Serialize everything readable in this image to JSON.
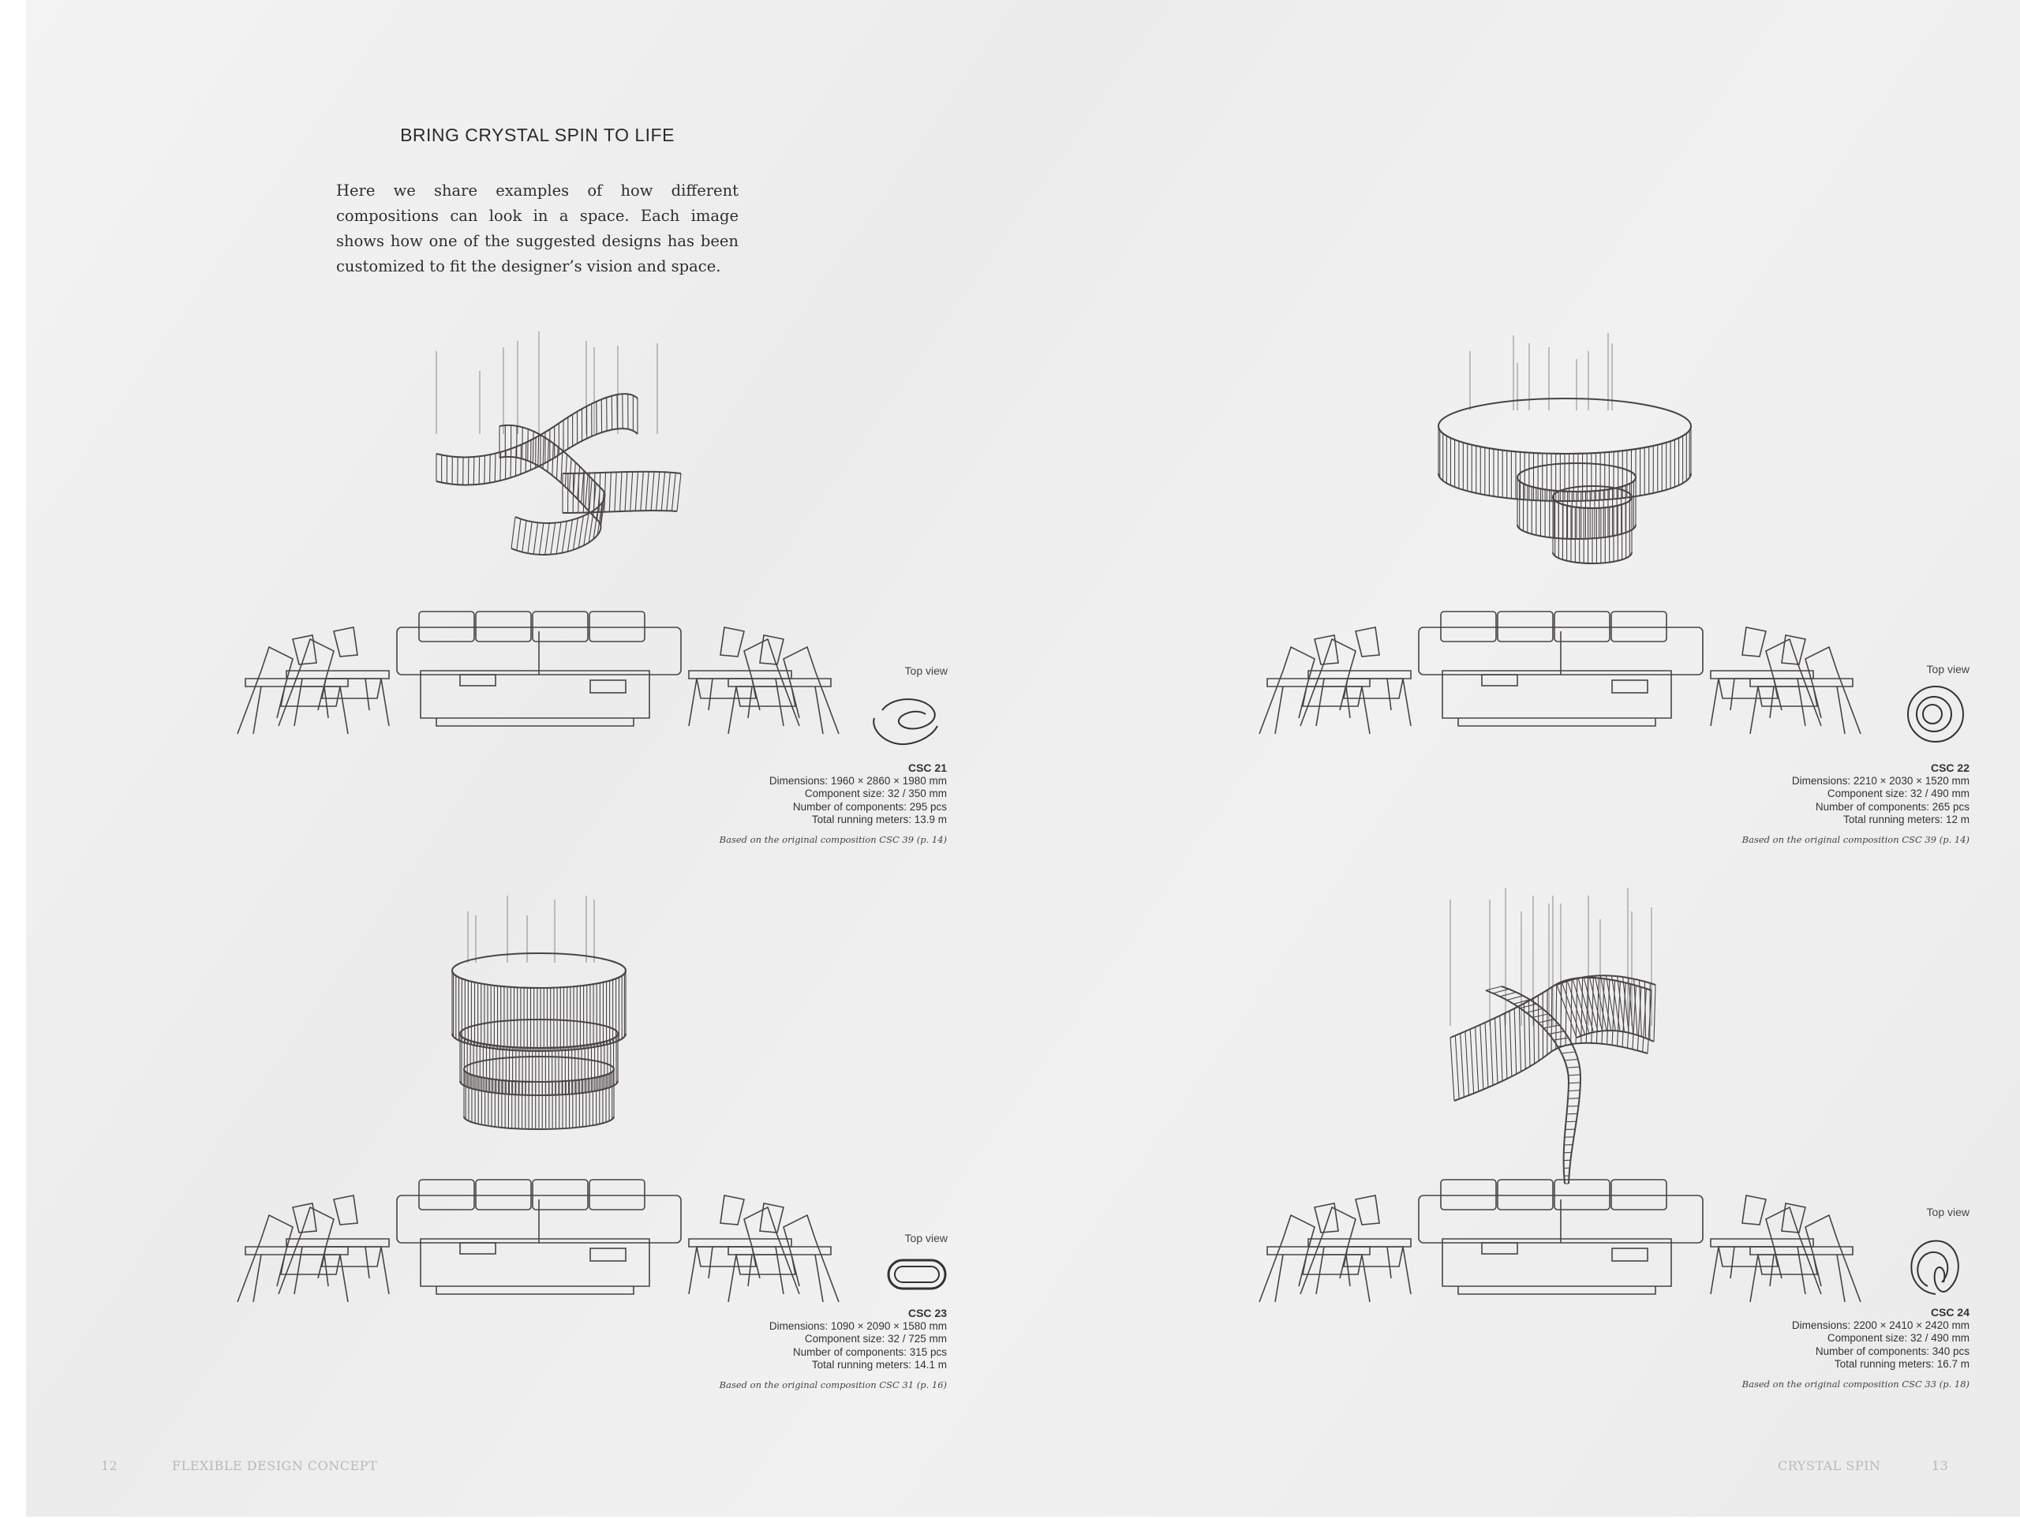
{
  "page": {
    "heading": "BRING CRYSTAL SPIN TO LIFE",
    "intro": "Here we share examples of how different compositions can look in a space. Each image shows how one of the suggested designs has been customized to fit the designer’s vision and space."
  },
  "compositions": [
    {
      "code": "CSC 21",
      "top_view_label": "Top view",
      "dimensions": "Dimensions: 1960 × 2860 × 1980 mm",
      "component_size": "Component size: 32 / 350 mm",
      "components": "Number of components: 295 pcs",
      "running_meters": "Total running meters: 13.9 m",
      "note": "Based on the original composition CSC 39 (p. 14)"
    },
    {
      "code": "CSC 22",
      "top_view_label": "Top view",
      "dimensions": "Dimensions: 2210 × 2030 × 1520 mm",
      "component_size": "Component size: 32 / 490 mm",
      "components": "Number of components: 265 pcs",
      "running_meters": "Total running meters: 12 m",
      "note": "Based on the original composition CSC 39 (p. 14)"
    },
    {
      "code": "CSC 23",
      "top_view_label": "Top view",
      "dimensions": "Dimensions: 1090 × 2090 × 1580 mm",
      "component_size": "Component size: 32 / 725 mm",
      "components": "Number of components: 315 pcs",
      "running_meters": "Total running meters: 14.1 m",
      "note": "Based on the original composition CSC 31 (p. 16)"
    },
    {
      "code": "CSC 24",
      "top_view_label": "Top view",
      "dimensions": "Dimensions: 2200 × 2410 × 2420 mm",
      "component_size": "Component size: 32 / 490 mm",
      "components": "Number of components: 340 pcs",
      "running_meters": "Total running meters: 16.7 m",
      "note": "Based on the original composition CSC 33 (p. 18)"
    }
  ],
  "footer": {
    "left_page_number": "12",
    "left_section": "FLEXIBLE DESIGN CONCEPT",
    "right_section": "CRYSTAL SPIN",
    "right_page_number": "13"
  },
  "colors": {
    "line": "#4a4444",
    "footer_text": "#b9b9b9"
  }
}
